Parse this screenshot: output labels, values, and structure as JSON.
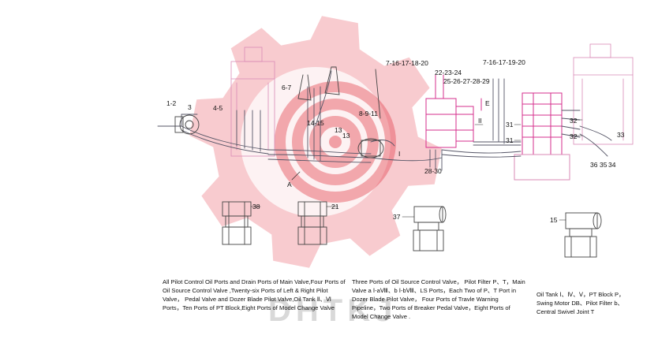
{
  "watermark": {
    "text": "DHTKJ",
    "gear_color": "#f2a0a8",
    "core_color": "#e54b57"
  },
  "colors": {
    "pipe": "#555566",
    "magenta": "#d62f8c",
    "pink_outline": "#d98ab6"
  },
  "callouts": [
    "1-2",
    "3",
    "4-5",
    "6-7",
    "14-15",
    "13",
    "13",
    "8-9-11",
    "7-16-17-18-20",
    "22-23-24",
    "25-26-27-28-29",
    "7-16-17-19-20",
    "E",
    "II",
    "I",
    "A",
    "31",
    "31",
    "32",
    "32",
    "33",
    "36",
    "35",
    "34",
    "28-30",
    "38",
    "21",
    "37",
    "15"
  ],
  "captions": {
    "left": "All Pilot Control Oil Ports and Drain Ports of Main Valve,Four Ports of Oil Source Control Valve ,Twenty-six Ports of Left & Right Pilot Valve， Pedal Valve and Dozer Blade Pilot Valve,Oil Tank Ⅱ、Ⅵ Ports，Ten Ports of PT Block,Eight Ports of Model Change Valve",
    "middle": "Three Ports of Oil Source Control Valve， Pilot Filter P、T，Main Valve a Ⅰ-aⅧ、b Ⅰ-bⅧ、LS Ports，Each Two of P、T Port in Dozer Blade Pilot Valve， Four Ports of Travle Warning Pipeline，Two Ports of Breaker Pedal Valve，Eight Ports of Model Change Valve .",
    "right": "Oil Tank Ⅰ、Ⅳ、Ⅴ，PT Block P，Swing Motor DB、Pilot Filter b、Central Swivel Joint T"
  }
}
